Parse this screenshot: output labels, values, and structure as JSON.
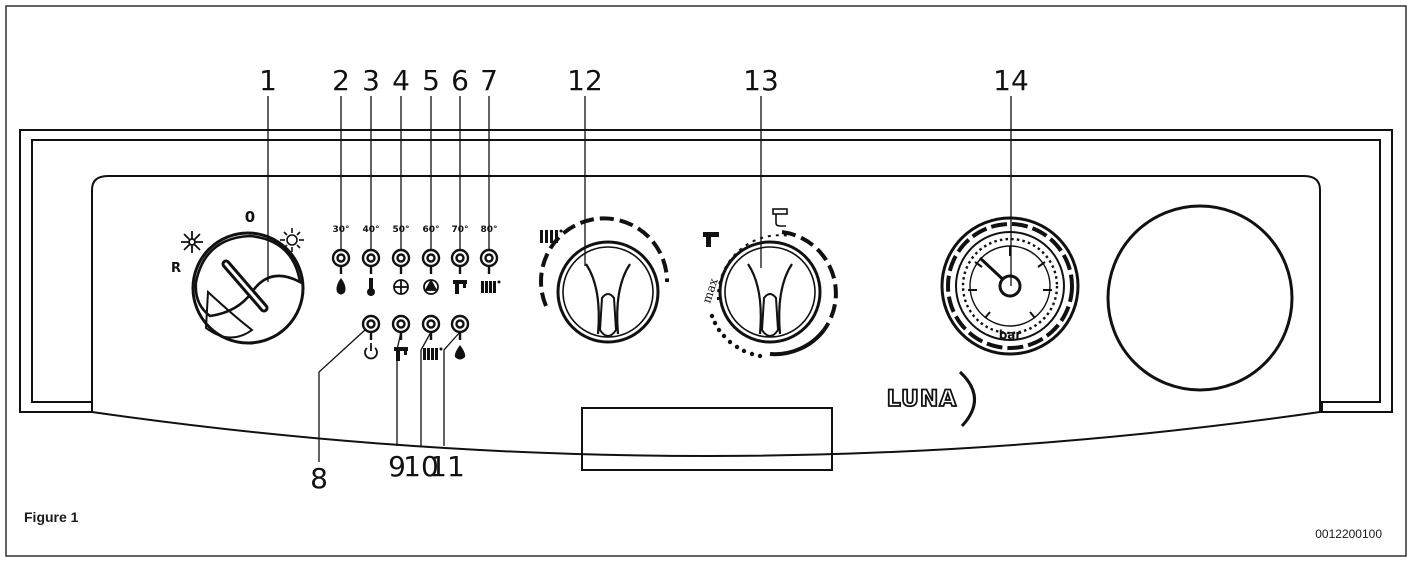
{
  "figure": {
    "caption": "Figure 1",
    "code": "0012200100"
  },
  "callouts": {
    "c1": "1",
    "c2": "2",
    "c3": "3",
    "c4": "4",
    "c5": "5",
    "c6": "6",
    "c7": "7",
    "c8": "8",
    "c9": "9",
    "c10": "10",
    "c11": "11",
    "c12": "12",
    "c13": "13",
    "c14": "14"
  },
  "selector": {
    "label_off": "0",
    "label_reset": "R",
    "icon_winter": "snowflake-icon",
    "icon_summer": "sun-icon"
  },
  "temp_scale": {
    "t1": "30°",
    "t2": "40°",
    "t3": "50°",
    "t4": "60°",
    "t5": "70°",
    "t6": "80°"
  },
  "led_icons_top": [
    "flame-icon",
    "thermometer-icon",
    "fan-icon",
    "pump-icon",
    "tap-icon",
    "radiator-icon"
  ],
  "led_icons_bottom": [
    "power-icon",
    "tap-icon",
    "radiator-icon",
    "water-drop-icon"
  ],
  "knob_heating": {
    "icon": "radiator-icon"
  },
  "knob_dhw": {
    "icon_min": "tap-icon",
    "icon_max": "tap-full-icon",
    "label_max": "max"
  },
  "gauge": {
    "unit": "bar"
  },
  "brand": {
    "logo_text": "LUNA"
  }
}
